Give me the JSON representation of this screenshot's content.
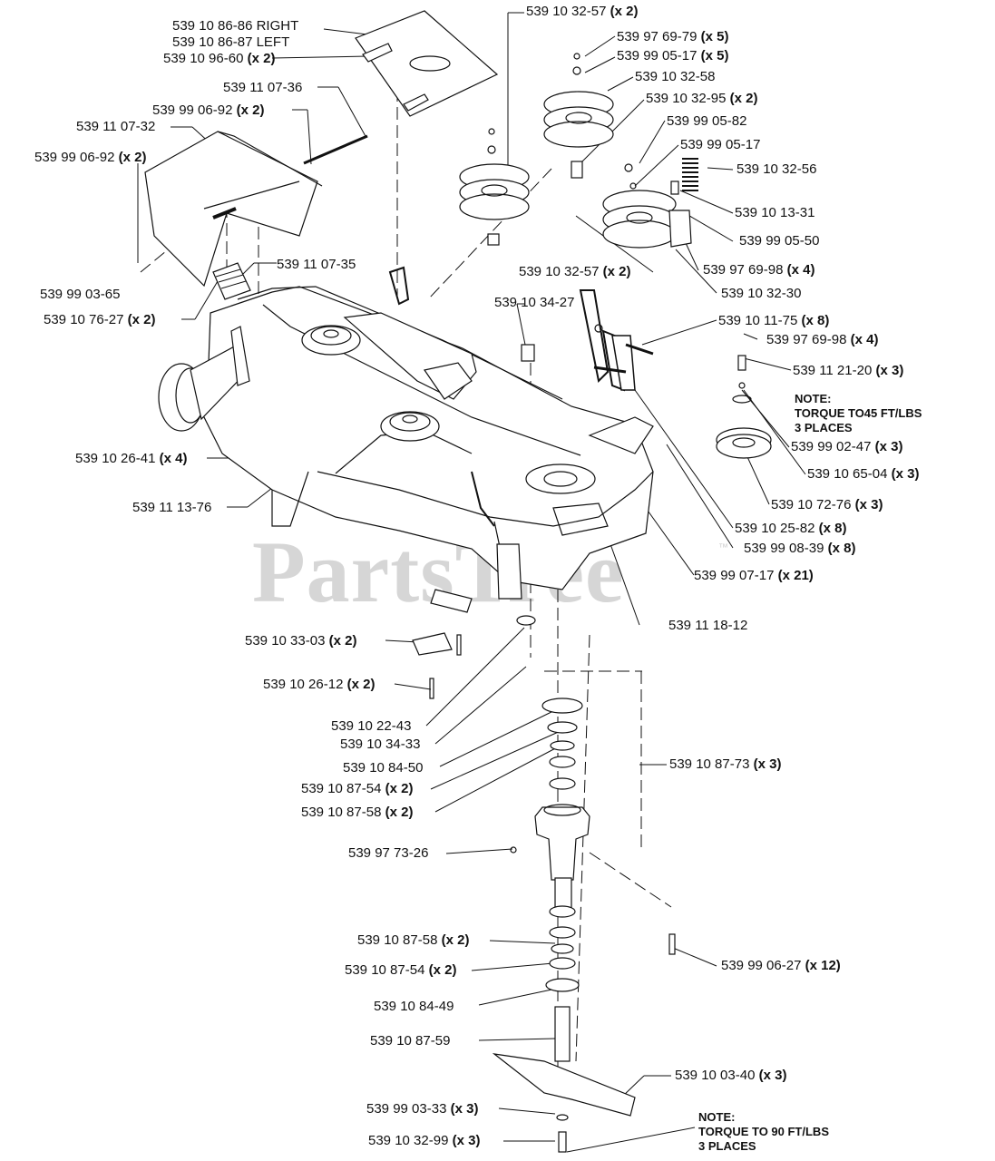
{
  "watermark": {
    "text": "PartsTree",
    "trademark": "™"
  },
  "labels": [
    {
      "part": "539 10 86-86 RIGHT",
      "qty": ""
    },
    {
      "part": "539 10 86-87 LEFT",
      "qty": ""
    },
    {
      "part": "539 10 96-60",
      "qty": "(x 2)"
    },
    {
      "part": "539 11 07-36",
      "qty": ""
    },
    {
      "part": "539 99 06-92",
      "qty": "(x 2)"
    },
    {
      "part": "539 11 07-32",
      "qty": ""
    },
    {
      "part": "539 99 06-92",
      "qty": "(x 2)"
    },
    {
      "part": "539 99 03-65",
      "qty": ""
    },
    {
      "part": "539 11 07-35",
      "qty": ""
    },
    {
      "part": "539 10 76-27",
      "qty": "(x 2)"
    },
    {
      "part": "539 10 26-41",
      "qty": "(x 4)"
    },
    {
      "part": "539 11 13-76",
      "qty": ""
    },
    {
      "part": "539 10 32-57",
      "qty": "(x 2)"
    },
    {
      "part": "539 97 69-79",
      "qty": "(x 5)"
    },
    {
      "part": "539 99 05-17",
      "qty": "(x 5)"
    },
    {
      "part": "539 10 32-58",
      "qty": ""
    },
    {
      "part": "539 10 32-95",
      "qty": "(x 2)"
    },
    {
      "part": "539 99 05-82",
      "qty": ""
    },
    {
      "part": "539 99 05-17",
      "qty": ""
    },
    {
      "part": "539 10 32-56",
      "qty": ""
    },
    {
      "part": "539 10 13-31",
      "qty": ""
    },
    {
      "part": "539 99 05-50",
      "qty": ""
    },
    {
      "part": "539 10 32-57",
      "qty": "(x 2)"
    },
    {
      "part": "539 97 69-98",
      "qty": "(x 4)"
    },
    {
      "part": "539 10 32-30",
      "qty": ""
    },
    {
      "part": "539 10 34-27",
      "qty": ""
    },
    {
      "part": "539 10 11-75",
      "qty": "(x 8)"
    },
    {
      "part": "539 97 69-98",
      "qty": "(x 4)"
    },
    {
      "part": "539 11 21-20",
      "qty": "(x 3)"
    },
    {
      "part": "539 99 02-47",
      "qty": "(x 3)"
    },
    {
      "part": "539 10 65-04",
      "qty": "(x 3)"
    },
    {
      "part": "539 10 72-76",
      "qty": "(x 3)"
    },
    {
      "part": "539 10 25-82",
      "qty": "(x 8)"
    },
    {
      "part": "539 99 08-39",
      "qty": "(x 8)"
    },
    {
      "part": "539 99 07-17",
      "qty": "(x 21)"
    },
    {
      "part": "539 11 18-12",
      "qty": ""
    },
    {
      "part": "539 10 33-03",
      "qty": "(x 2)"
    },
    {
      "part": "539 10 26-12",
      "qty": "(x 2)"
    },
    {
      "part": "539 10 22-43",
      "qty": ""
    },
    {
      "part": "539 10 34-33",
      "qty": ""
    },
    {
      "part": "539 10 84-50",
      "qty": ""
    },
    {
      "part": "539 10 87-54",
      "qty": "(x 2)"
    },
    {
      "part": "539 10 87-58",
      "qty": "(x 2)"
    },
    {
      "part": "539 10 87-73",
      "qty": "(x 3)"
    },
    {
      "part": "539 97 73-26",
      "qty": ""
    },
    {
      "part": "539 10 87-58",
      "qty": "(x 2)"
    },
    {
      "part": "539 10 87-54",
      "qty": "(x 2)"
    },
    {
      "part": "539 99 06-27",
      "qty": "(x 12)"
    },
    {
      "part": "539 10 84-49",
      "qty": ""
    },
    {
      "part": "539 10 87-59",
      "qty": ""
    },
    {
      "part": "539 10 03-40",
      "qty": "(x 3)"
    },
    {
      "part": "539 99 03-33",
      "qty": "(x 3)"
    },
    {
      "part": "539 10 32-99",
      "qty": "(x 3)"
    }
  ],
  "notes": [
    {
      "lines": [
        "NOTE:",
        "TORQUE TO45 FT/LBS",
        "3 PLACES"
      ]
    },
    {
      "lines": [
        "NOTE:",
        "TORQUE TO 90 FT/LBS",
        "3 PLACES"
      ]
    }
  ]
}
